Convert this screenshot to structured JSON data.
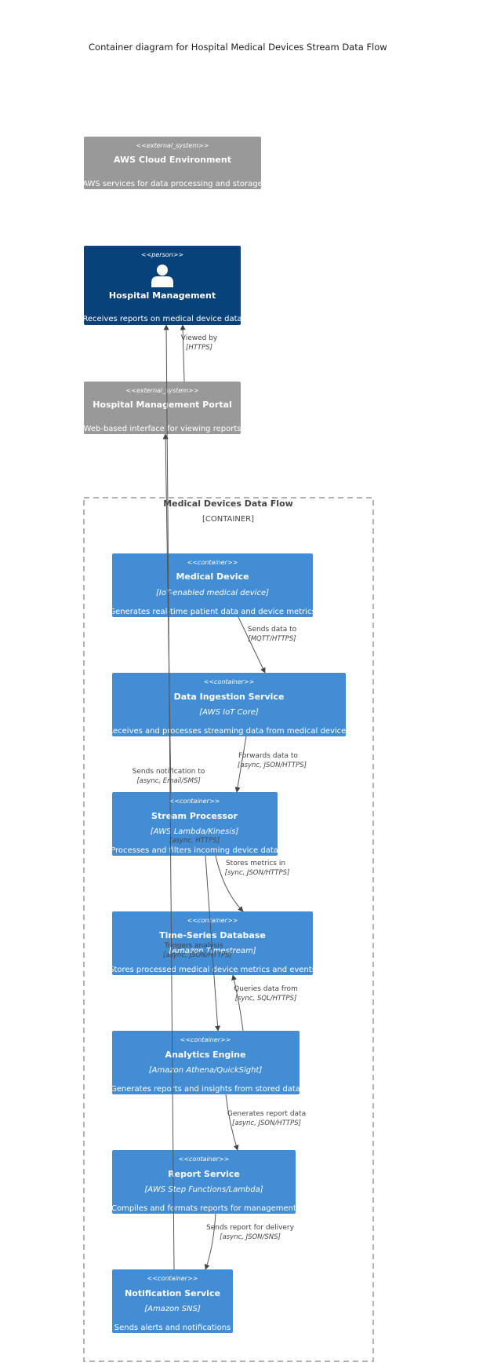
{
  "diagram": {
    "title": "Container diagram for Hospital Medical Devices Stream Data Flow",
    "nodes": {
      "aws_cloud": {
        "stereotype": "<<external_system>>",
        "name": "AWS Cloud Environment",
        "description": "AWS services for data processing and storage",
        "color": "#999999"
      },
      "hospital_mgmt": {
        "stereotype": "<<person>>",
        "name": "Hospital Management",
        "description": "Receives reports on medical device data",
        "color": "#08427b",
        "icon": "person-icon"
      },
      "portal": {
        "stereotype": "<<external_system>>",
        "name": "Hospital Management Portal",
        "description": "Web-based interface for viewing reports",
        "color": "#999999"
      },
      "medical_device": {
        "stereotype": "<<container>>",
        "name": "Medical Device",
        "technology": "[IoT-enabled medical device]",
        "description": "Generates real-time patient data and device metrics",
        "color": "#438dd5"
      },
      "ingestion": {
        "stereotype": "<<container>>",
        "name": "Data Ingestion Service",
        "technology": "[AWS IoT Core]",
        "description": "Receives and processes streaming data from medical devices",
        "color": "#438dd5"
      },
      "stream_processor": {
        "stereotype": "<<container>>",
        "name": "Stream Processor",
        "technology": "[AWS Lambda/Kinesis]",
        "description": "Processes and filters incoming device data",
        "color": "#438dd5"
      },
      "tsdb": {
        "stereotype": "<<container>>",
        "name": "Time-Series Database",
        "technology": "[Amazon Timestream]",
        "description": "Stores processed medical device metrics and events",
        "color": "#438dd5"
      },
      "analytics": {
        "stereotype": "<<container>>",
        "name": "Analytics Engine",
        "technology": "[Amazon Athena/QuickSight]",
        "description": "Generates reports and insights from stored data",
        "color": "#438dd5"
      },
      "report": {
        "stereotype": "<<container>>",
        "name": "Report Service",
        "technology": "[AWS Step Functions/Lambda]",
        "description": "Compiles and formats reports for management",
        "color": "#438dd5"
      },
      "notification": {
        "stereotype": "<<container>>",
        "name": "Notification Service",
        "technology": "[Amazon SNS]",
        "description": "Sends alerts and notifications",
        "color": "#438dd5"
      }
    },
    "boundary": {
      "name": "Medical Devices Data Flow",
      "type": "[CONTAINER]"
    },
    "edges": {
      "viewed_by": {
        "label": "Viewed by",
        "technology": "[HTTPS]"
      },
      "sends_data": {
        "label": "Sends data to",
        "technology": "[MQTT/HTTPS]"
      },
      "forwards": {
        "label": "Forwards data to",
        "technology": "[async, JSON/HTTPS]"
      },
      "sends_notification": {
        "label": "Sends notification to",
        "technology": "[async, Email/SMS]"
      },
      "stream_hidden": {
        "label": "",
        "technology": "[async, HTTPS]"
      },
      "stores": {
        "label": "Stores metrics in",
        "technology": "[sync, JSON/HTTPS]"
      },
      "triggers": {
        "label": "Triggers analysis",
        "technology": "[async, JSON/HTTPS]"
      },
      "queries": {
        "label": "Queries data from",
        "technology": "[sync, SQL/HTTPS]"
      },
      "generates": {
        "label": "Generates report data",
        "technology": "[async, JSON/HTTPS]"
      },
      "sends_report": {
        "label": "Sends report for delivery",
        "technology": "[async, JSON/SNS]"
      }
    }
  }
}
